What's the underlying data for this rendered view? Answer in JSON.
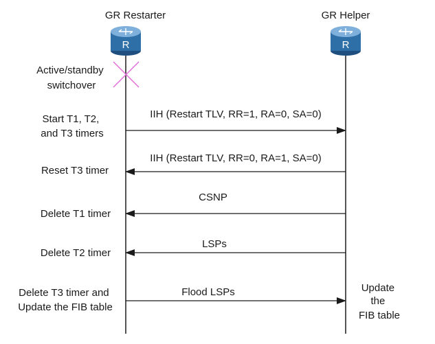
{
  "nodes": {
    "restarter": {
      "label": "GR Restarter",
      "icon": "router-icon",
      "icon_letter": "R"
    },
    "helper": {
      "label": "GR Helper",
      "icon": "router-icon",
      "icon_letter": "R"
    }
  },
  "switchover_note": [
    "Active/standby",
    "switchover"
  ],
  "messages": [
    {
      "label": "IIH (Restart TLV, RR=1, RA=0, SA=0)",
      "direction": "to-helper"
    },
    {
      "label": "IIH (Restart TLV, RR=0, RA=1, SA=0)",
      "direction": "to-restarter"
    },
    {
      "label": "CSNP",
      "direction": "to-restarter"
    },
    {
      "label": "LSPs",
      "direction": "to-restarter"
    },
    {
      "label": "Flood LSPs",
      "direction": "to-helper"
    }
  ],
  "restarter_notes": [
    [
      "Start T1,  T2,",
      "and T3 timers"
    ],
    [
      "Reset T3 timer"
    ],
    [
      "Delete T1 timer"
    ],
    [
      "Delete T2 timer"
    ],
    [
      "Delete T3 timer  and",
      "Update the FIB table"
    ]
  ],
  "helper_note": [
    "Update",
    "the",
    "FIB table"
  ],
  "colors": {
    "router_top": "#7fb0dc",
    "router_body": "#2f6fa8",
    "router_dark": "#1f4f7f",
    "lifeline": "#1a1a1a",
    "switchover_cross": "#e36fd8"
  }
}
